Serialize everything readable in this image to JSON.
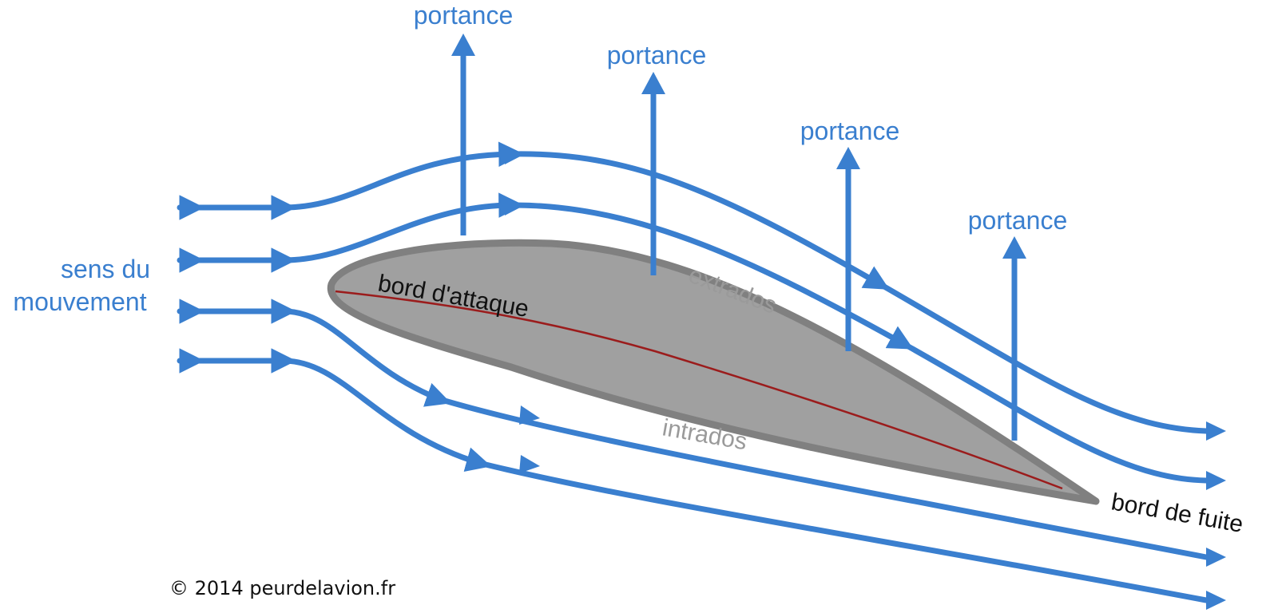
{
  "labels": {
    "lift": [
      "portance",
      "portance",
      "portance",
      "portance"
    ],
    "motion": [
      "sens du",
      "mouvement"
    ],
    "upper_surface": "extrados",
    "lower_surface": "intrados",
    "leading_edge": "bord d'attaque",
    "trailing_edge": "bord de fuite"
  },
  "copyright": "© 2014 peurdelavion.fr",
  "colors": {
    "flow": "#3a7fcf",
    "text_blue": "#3a7fcf",
    "wing_fill": "#a0a0a0",
    "wing_edge": "#808080",
    "chord_line": "#9b1c1c",
    "text_gray": "#9a9a9a",
    "text_dark": "#111111"
  }
}
